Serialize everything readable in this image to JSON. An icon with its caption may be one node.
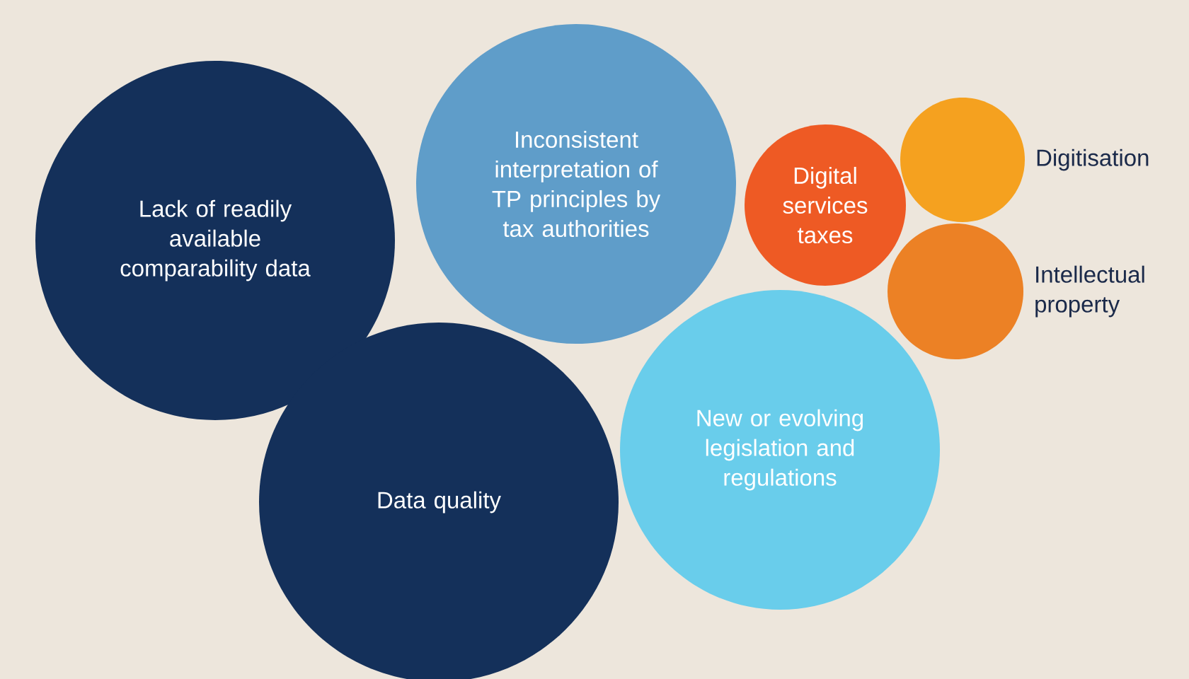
{
  "diagram": {
    "nodes": [
      {
        "text": [
          "Lack of readily available comparability data"
        ]
      },
      {
        "text": [
          "Inconsistent interpretation of TP principles by tax authorities"
        ]
      },
      {
        "text": [
          "Digital services taxes"
        ]
      },
      {
        "text": [],
        "shape": "circle",
        "beside": [
          "Digitisation"
        ]
      },
      {
        "text": [],
        "shape": "circle",
        "beside": [
          "Intellectual property"
        ]
      },
      {
        "text": [
          "Data quality"
        ]
      },
      {
        "text": [
          "New or evolving legislation and regulations"
        ]
      }
    ]
  }
}
